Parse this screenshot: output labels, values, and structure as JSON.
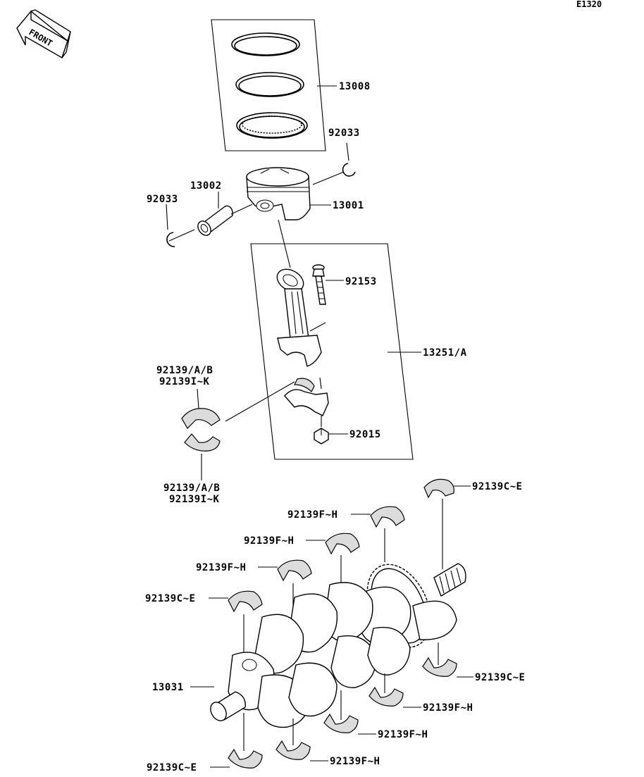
{
  "diagram_code": "E1320",
  "front_label": "FRONT",
  "labels": {
    "piston_rings": "13008",
    "circlip_right": "92033",
    "piston_pin": "13002",
    "piston": "13001",
    "circlip_left": "92033",
    "conrod_bolt": "92153",
    "conrod_assy": "13251/A",
    "conrod_bearing_upper_1": "92139/A/B",
    "conrod_bearing_upper_2": "92139I~K",
    "conrod_nut": "92015",
    "conrod_bearing_lower_1": "92139/A/B",
    "conrod_bearing_lower_2": "92139I~K",
    "main_c_top_right": "92139C~E",
    "main_f_1": "92139F~H",
    "main_f_2": "92139F~H",
    "main_f_3": "92139F~H",
    "main_c_left": "92139C~E",
    "crankshaft": "13031",
    "main_c_right_lower": "92139C~E",
    "main_f_lower_1": "92139F~H",
    "main_f_lower_2": "92139F~H",
    "main_f_lower_3": "92139F~H",
    "main_c_bottom_left": "92139C~E"
  }
}
